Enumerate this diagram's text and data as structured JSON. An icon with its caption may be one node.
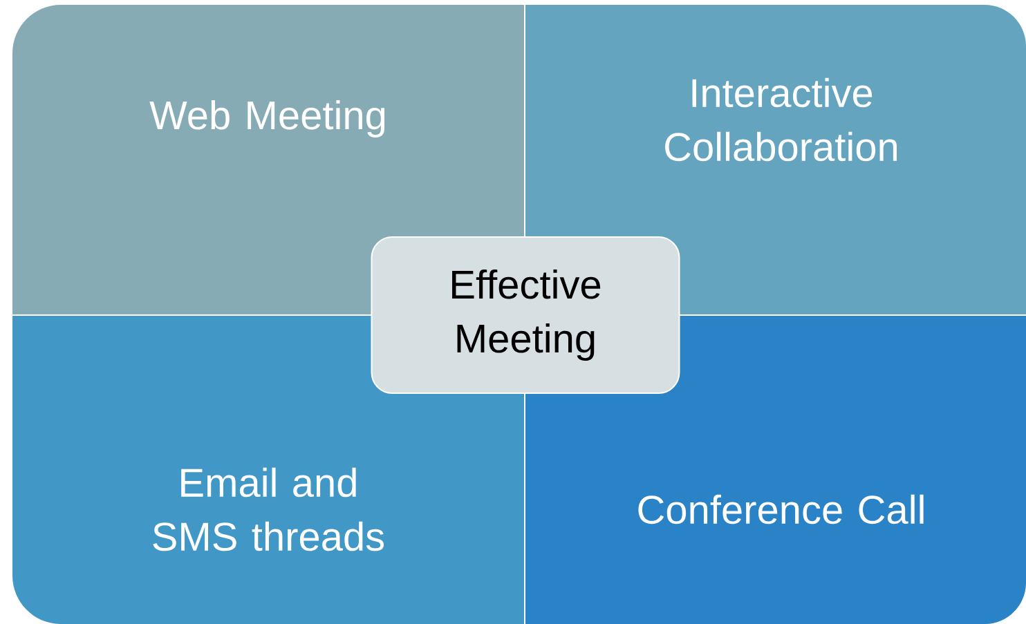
{
  "diagram": {
    "nodes": [
      {
        "text": [
          "Web Meeting"
        ]
      },
      {
        "text": [
          "Interactive Collaboration"
        ]
      },
      {
        "text": [
          "Email and SMS threads"
        ]
      },
      {
        "text": [
          "Conference Call"
        ]
      },
      {
        "text": [
          "Effective Meeting"
        ]
      }
    ]
  }
}
